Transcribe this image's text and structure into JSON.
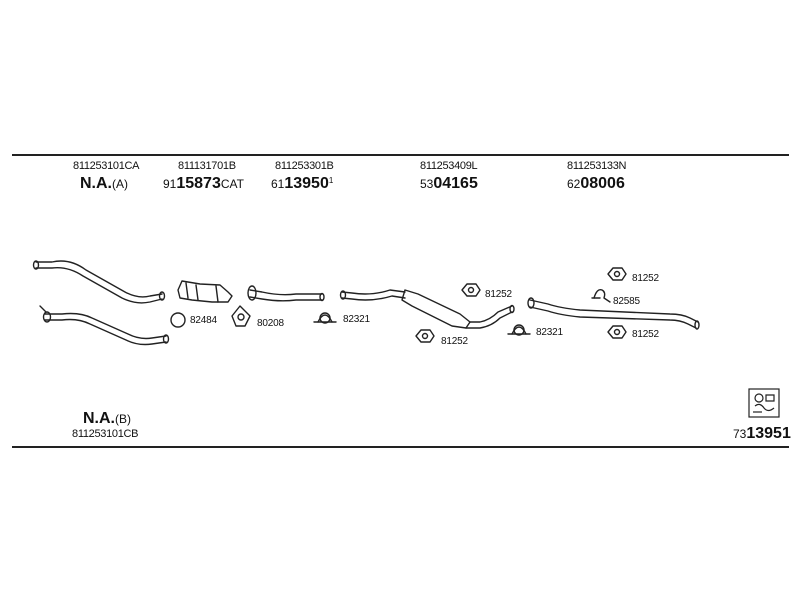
{
  "header": {
    "oem_numbers": [
      "811253101CA",
      "811131701B",
      "811253301B",
      "811253409L",
      "811253133N"
    ]
  },
  "parts": [
    {
      "prefix": "",
      "number": "N.A.",
      "suffix": "(A)"
    },
    {
      "prefix": "91",
      "number": "15873",
      "suffix": "CAT"
    },
    {
      "prefix": "61",
      "number": "13950",
      "suffix": "1"
    },
    {
      "prefix": "53",
      "number": "04165",
      "suffix": ""
    },
    {
      "prefix": "62",
      "number": "08006",
      "suffix": ""
    }
  ],
  "accessories": [
    "82484",
    "80208",
    "82321",
    "81252",
    "81252",
    "82321",
    "81252",
    "82585",
    "81252"
  ],
  "footer": {
    "left_number": "N.A.",
    "left_suffix": "(B)",
    "left_oem": "811253101CB",
    "right_prefix": "73",
    "right_number": "13951"
  },
  "icons": [
    "exhaust-kit-icon"
  ]
}
